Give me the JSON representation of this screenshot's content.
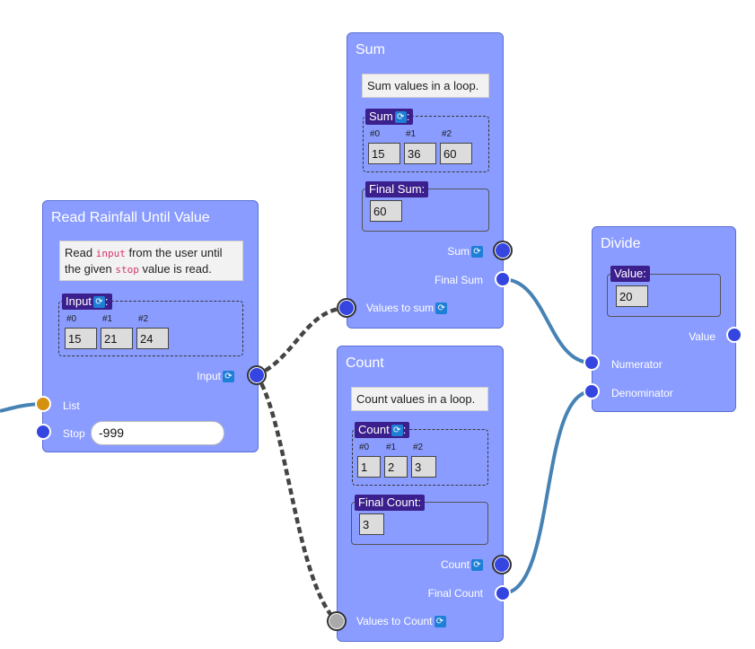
{
  "colors": {
    "node": "#8a9cff",
    "tag": "#3b1f8c",
    "port": "#3545e0",
    "wire_blue": "#4682b4",
    "wire_dashed": "#444444",
    "list_port": "#d4900f"
  },
  "icons": {
    "loop": "loop-icon"
  },
  "nodes": {
    "read": {
      "title": "Read Rainfall Until Value",
      "desc_1": "Read",
      "desc_code_1": "input",
      "desc_2": "from the user until",
      "desc_3": "the given",
      "desc_code_2": "stop",
      "desc_4": "value is read.",
      "list_label": "Input",
      "indices": [
        "#0",
        "#1",
        "#2"
      ],
      "values": [
        "15",
        "21",
        "24"
      ],
      "out_input": "Input",
      "in_list": "List",
      "in_stop": "Stop",
      "stop_value": "-999"
    },
    "sum": {
      "title": "Sum",
      "desc": "Sum values in a loop.",
      "list_label": "Sum",
      "indices": [
        "#0",
        "#1",
        "#2"
      ],
      "values": [
        "15",
        "36",
        "60"
      ],
      "final_label": "Final Sum:",
      "final_value": "60",
      "out_sum": "Sum",
      "out_final": "Final Sum",
      "in_values": "Values to sum"
    },
    "count": {
      "title": "Count",
      "desc": "Count values in a loop.",
      "list_label": "Count",
      "indices": [
        "#0",
        "#1",
        "#2"
      ],
      "values": [
        "1",
        "2",
        "3"
      ],
      "final_label": "Final Count:",
      "final_value": "3",
      "out_count": "Count",
      "out_final": "Final Count",
      "in_values": "Values to Count"
    },
    "divide": {
      "title": "Divide",
      "value_label": "Value:",
      "value": "20",
      "out_value": "Value",
      "in_numerator": "Numerator",
      "in_denominator": "Denominator"
    }
  }
}
